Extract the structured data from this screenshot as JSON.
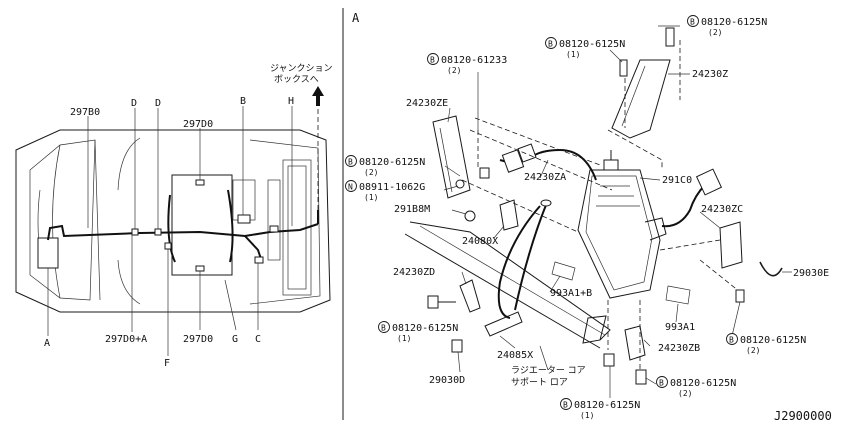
{
  "view_label": "A",
  "drawing_number": "J2900000",
  "overview": {
    "callouts": {
      "p297b0": "297B0",
      "d1": "D",
      "d2": "D",
      "b": "B",
      "h": "H",
      "p297d0_top": "297D0",
      "a": "A",
      "p297d0_a": "297D0+A",
      "f": "F",
      "p297d0_bottom": "297D0",
      "g": "G",
      "c": "C"
    },
    "junction_box_line1": "ジャンクション",
    "junction_box_line2": "ボックスへ"
  },
  "detail": {
    "bolt_marker": "B",
    "nut_marker": "N",
    "parts": {
      "bolt_top_right": {
        "code": "08120-6125N",
        "qty": "(2)"
      },
      "bolt_top_mid": {
        "code": "08120-6125N",
        "qty": "(1)"
      },
      "bolt_top_left": {
        "code": "08120-61233",
        "qty": "(2)"
      },
      "bracket_24230z": "24230Z",
      "bracket_24230ze": "24230ZE",
      "bolt_left_upper": {
        "code": "08120-6125N",
        "qty": "(2)"
      },
      "nut_left": {
        "code": "08911-1062G",
        "qty": "(1)"
      },
      "part_291b8m": "291B8M",
      "bracket_24230za": "24230ZA",
      "box_291c0": "291C0",
      "harness_24230zc": "24230ZC",
      "part_24080x": "24080X",
      "bracket_24230zd": "24230ZD",
      "clip_29030e": "29030E",
      "part_993a1b": "993A1+B",
      "bolt_left_lower": {
        "code": "08120-6125N",
        "qty": "(1)"
      },
      "part_993a1": "993A1",
      "bracket_24230zb": "24230ZB",
      "bolt_right_lower": {
        "code": "08120-6125N",
        "qty": "(2)"
      },
      "cable_24085x": "24085X",
      "clip_29030d": "29030D",
      "bolt_bottom_right": {
        "code": "08120-6125N",
        "qty": "(2)"
      },
      "bolt_bottom": {
        "code": "08120-6125N",
        "qty": "(1)"
      }
    },
    "radiator_support_line1": "ラジエーター コア",
    "radiator_support_line2": "サポート ロア"
  }
}
